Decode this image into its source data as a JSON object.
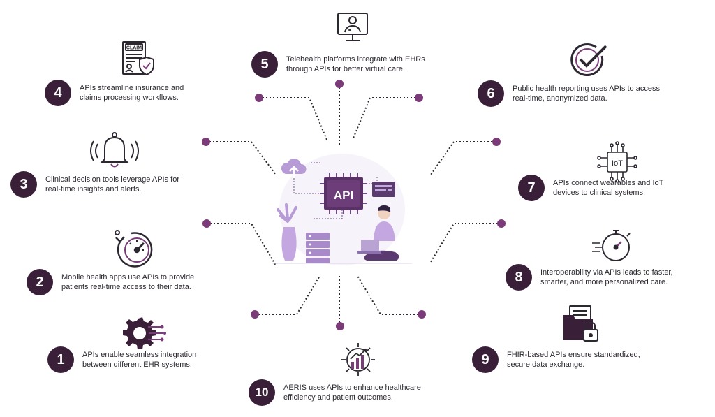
{
  "center": {
    "api_label": "API"
  },
  "items": [
    {
      "number": "1",
      "line1": "APIs enable seamless integration",
      "line2": "between different EHR systems.",
      "icon": "gear-circuit-icon"
    },
    {
      "number": "2",
      "line1": "Mobile health apps use APIs to provide",
      "line2": "patients real-time access to their data.",
      "icon": "speedometer-icon"
    },
    {
      "number": "3",
      "line1": "Clinical decision tools leverage APIs for",
      "line2": "real-time insights and alerts.",
      "icon": "bell-icon"
    },
    {
      "number": "4",
      "line1": "APIs streamline insurance and",
      "line2": "claims processing workflows.",
      "icon": "claim-form-icon",
      "icon_text": "CLAIM"
    },
    {
      "number": "5",
      "line1": "Telehealth platforms integrate with EHRs",
      "line2": "through APIs for better virtual care.",
      "icon": "telehealth-monitor-icon"
    },
    {
      "number": "6",
      "line1": "Public health reporting uses APIs to access",
      "line2": "real-time, anonymized data.",
      "icon": "check-circle-icon"
    },
    {
      "number": "7",
      "line1": "APIs connect wearables and IoT",
      "line2": "devices to clinical systems.",
      "icon": "iot-chip-icon",
      "icon_text": "IoT"
    },
    {
      "number": "8",
      "line1": "Interoperability via APIs leads to faster,",
      "line2": "smarter, and more personalized care.",
      "icon": "fast-timer-icon"
    },
    {
      "number": "9",
      "line1": "FHIR-based APIs ensure standardized,",
      "line2": "secure data exchange.",
      "icon": "secure-folder-icon"
    },
    {
      "number": "10",
      "line1": "AERIS uses APIs to enhance healthcare",
      "line2": "efficiency and patient outcomes.",
      "icon": "gear-growth-icon"
    }
  ],
  "colors": {
    "number_circle": "#3a1f38",
    "accent_purple": "#7a3c78",
    "dot": "#7b3a78",
    "light_purple": "#c9aee0"
  }
}
